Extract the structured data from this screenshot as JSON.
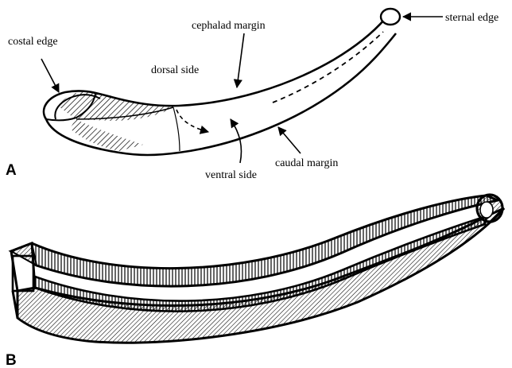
{
  "panel_a": {
    "letter": "A",
    "labels": {
      "costal_edge": "costal  edge",
      "cephalad_margin": "cephalad margin",
      "sternal_edge": "sternal edge",
      "dorsal_side": "dorsal side",
      "ventral_side": "ventral side",
      "caudal_margin": "caudal margin"
    }
  },
  "panel_b": {
    "letter": "B"
  }
}
